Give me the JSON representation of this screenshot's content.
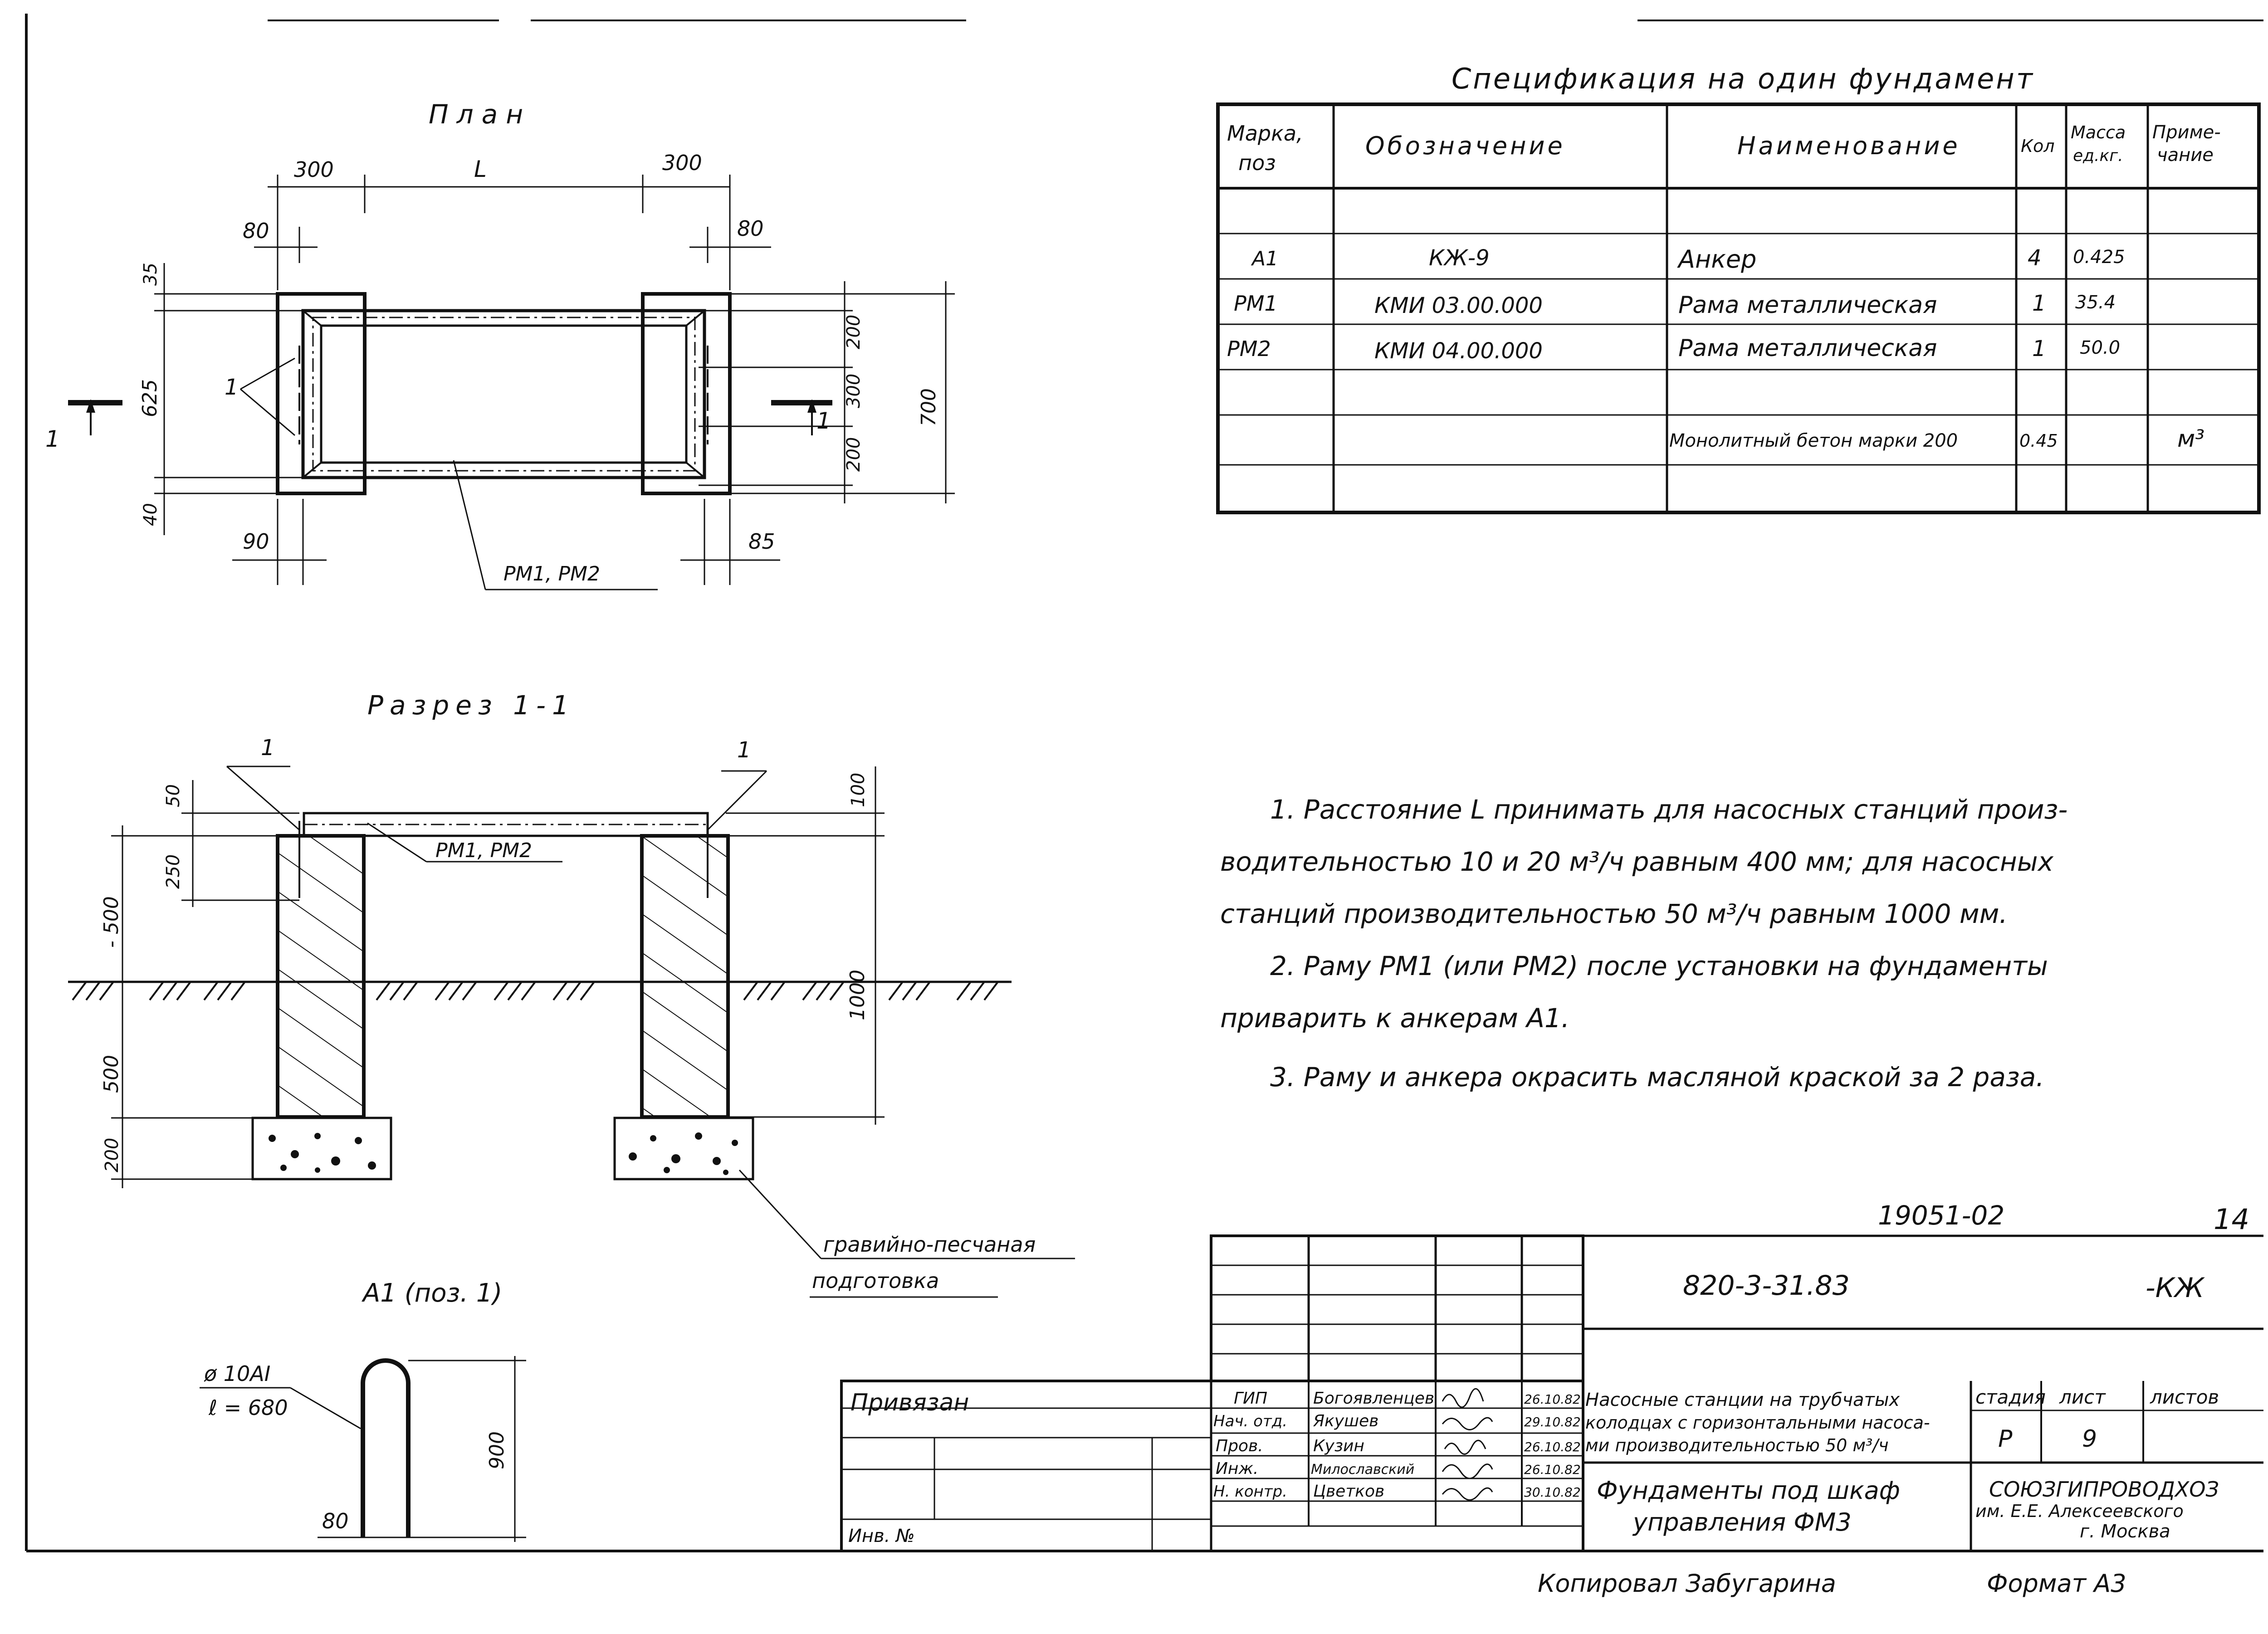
{
  "plan": {
    "title": "План",
    "dims": {
      "d300_left": "300",
      "d_L": "L",
      "d300_right": "300",
      "d80_left": "80",
      "d80_right": "80",
      "d35": "35",
      "d625": "625",
      "d40": "40",
      "d90": "90",
      "d85": "85",
      "d200_top": "200",
      "d300_mid": "300",
      "d200_bot": "200",
      "d700": "700"
    },
    "pos1_label": "1",
    "leader_label": "РМ1, РМ2",
    "section_mark_left": "1",
    "section_mark_right": "1"
  },
  "section": {
    "title": "Разрез 1-1",
    "pos_left": "1",
    "pos_right": "1",
    "leader_label": "РМ1, РМ2",
    "dims": {
      "d50": "50",
      "d250": "250",
      "d_minus500": "- 500",
      "d500": "500",
      "d200": "200",
      "d100": "100",
      "d1000": "1000"
    },
    "gravel_label_1": "гравийно-песчаная",
    "gravel_label_2": "подготовка"
  },
  "anchor": {
    "title": "А1 (поз. 1)",
    "bar_spec": "ø 10АI",
    "length": "ℓ = 680",
    "d900": "900",
    "d80": "80"
  },
  "spec": {
    "title": "Спецификация на один фундамент",
    "headers": {
      "mark": [
        "Марка,",
        "поз"
      ],
      "designation": "Обозначение",
      "name": "Наименование",
      "qty": "Кол",
      "mass": [
        "Масса",
        "ед.кг."
      ],
      "note": [
        "Приме-",
        "чание"
      ]
    },
    "rows": [
      {
        "mark": "",
        "designation": "",
        "name": "",
        "qty": "",
        "mass": "",
        "note": ""
      },
      {
        "mark": "А1",
        "designation": "КЖ-9",
        "name": "Анкер",
        "qty": "4",
        "mass": "0.425",
        "note": ""
      },
      {
        "mark": "РМ1",
        "designation": "КМИ 03.00.000",
        "name": "Рама металлическая",
        "qty": "1",
        "mass": "35.4",
        "note": ""
      },
      {
        "mark": "РМ2",
        "designation": "КМИ 04.00.000",
        "name": "Рама металлическая",
        "qty": "1",
        "mass": "50.0",
        "note": ""
      },
      {
        "mark": "",
        "designation": "",
        "name": "",
        "qty": "",
        "mass": "",
        "note": ""
      },
      {
        "mark": "",
        "designation": "",
        "name": "Монолитный бетон марки 200",
        "qty": "0.45",
        "mass": "",
        "note": "м³"
      },
      {
        "mark": "",
        "designation": "",
        "name": "",
        "qty": "",
        "mass": "",
        "note": ""
      }
    ]
  },
  "notes": [
    "1. Расстояние L принимать для насосных станций произ-",
    "водительностью 10 и 20 м³/ч равным 400 мм; для насосных",
    "станций производительностью 50 м³/ч равным 1000 мм.",
    "2. Раму РМ1 (или РМ2) после установки на фундаменты",
    "приварить к анкерам А1.",
    "3. Раму и анкера окрасить масляной краской за 2 раза."
  ],
  "title_block": {
    "inv_number": "19051-02",
    "sheet_corner": "14",
    "doc_code": "820-3-31.83",
    "doc_suffix": "-КЖ",
    "bound_label": "Привязан",
    "inv_label": "Инв. №",
    "staff": [
      {
        "role": "ГИП",
        "name": "Богоявленцев",
        "date": "26.10.82"
      },
      {
        "role": "Нач. отд.",
        "name": "Якушев",
        "date": "29.10.82"
      },
      {
        "role": "Пров.",
        "name": "Кузин",
        "date": "26.10.82"
      },
      {
        "role": "Инж.",
        "name": "Милославский",
        "date": "26.10.82"
      },
      {
        "role": "Н. контр.",
        "name": "Цветков",
        "date": "30.10.82"
      }
    ],
    "project_title_1": "Насосные станции на трубчатых",
    "project_title_2": "колодцах с горизонтальными насоса-",
    "project_title_3": "ми производительностью 50 м³/ч",
    "stage_label": "стадия",
    "sheet_label": "лист",
    "sheets_label": "листов",
    "stage": "Р",
    "sheet": "9",
    "sheets": "",
    "drawing_title_1": "Фундаменты под шкаф",
    "drawing_title_2": "управления ФМ3",
    "org_1": "СОЮЗГИПРОВОДХОЗ",
    "org_2": "им. Е.Е. Алексеевского",
    "org_3": "г. Москва"
  },
  "footer": {
    "copied": "Копировал Забугарина",
    "format": "Формат А3"
  }
}
